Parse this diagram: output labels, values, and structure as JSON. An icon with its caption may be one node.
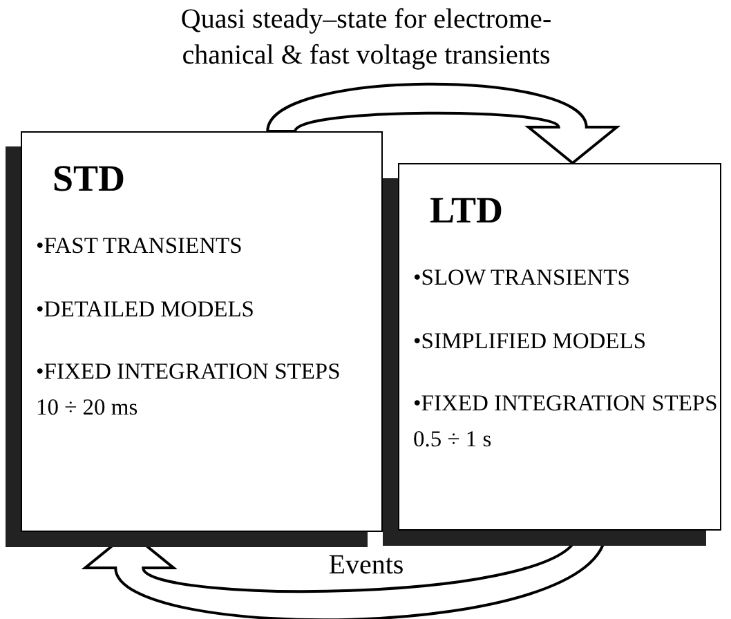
{
  "diagram": {
    "nodes": [
      {
        "text": [
          "STD",
          "•FAST TRANSIENTS",
          "•DETAILED MODELS",
          "•FIXED INTEGRATION STEPS 10 ÷ 20 ms"
        ]
      },
      {
        "text": [
          "LTD",
          "•SLOW TRANSIENTS",
          "•SIMPLIFIED MODELS",
          "•FIXED INTEGRATION STEPS 0.5 ÷ 1 s"
        ]
      }
    ],
    "edges": [
      {
        "from": 0,
        "to": 1,
        "arrow": "to",
        "label": "Quasi steady–state for electrome- chanical & fast voltage transients"
      },
      {
        "from": 1,
        "to": 0,
        "arrow": "to",
        "label": "Events"
      }
    ]
  }
}
